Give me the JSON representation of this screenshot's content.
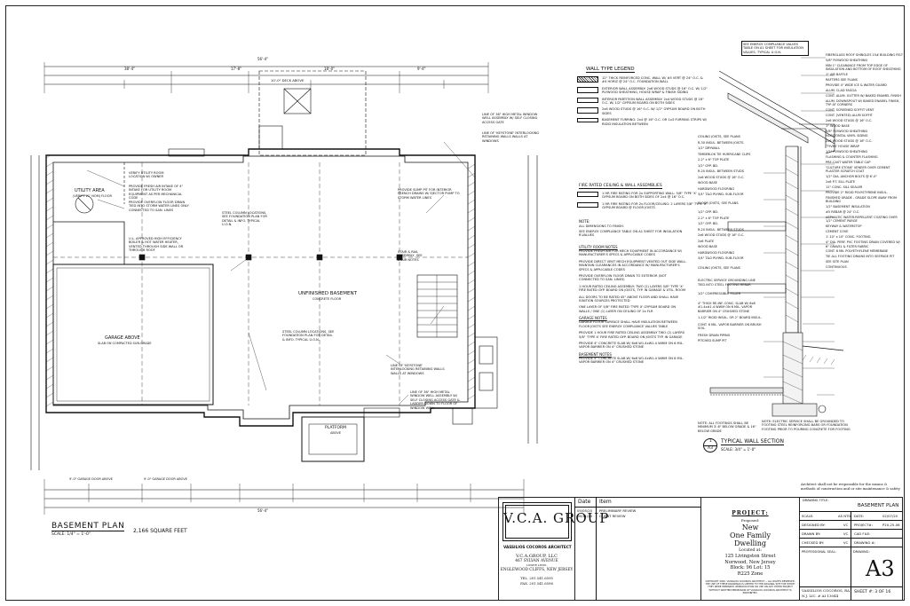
{
  "plan": {
    "title": "BASEMENT PLAN",
    "scale": "SCALE: 1/4\" = 1'-0\"",
    "area": "2,166 SQUARE FEET",
    "room_unfinished": "UNFINISHED BASEMENT",
    "room_unfinished_sub": "CONCRETE FLOOR",
    "room_garage": "GARAGE ABOVE",
    "room_garage_sub": "SLAB ON COMPACTED SUB-GRADE",
    "room_utility": "UTILITY AREA",
    "room_utility_sub": "(VERIFY 21' NOM) FLOOR",
    "platform": "PLATFORM",
    "platform_sub": "ABOVE",
    "deck_above": "10'-0\" DECK ABOVE",
    "dims_top": [
      "38'-4\"",
      "17'-8\"",
      "18'-0\"",
      "9'-4\""
    ],
    "overall_top": "56'-4\"",
    "overall_bottom": "56'-4\"",
    "garage_door_1": "9'-0\" GARAGE DOOR ABOVE",
    "garage_door_2": "9'-0\" GARAGE DOOR ABOVE",
    "stair_note": "STAIR & RAIL ASSEMBLY, SEE STAIR NOTES",
    "notes": [
      "VERIFY UTILITY ROOM LOCATION W/ OWNER",
      "PROVIDE FRESH AIR INTAKE OF 4\" INTAKE FOR UTILITY ROOM EQUIPMENT AS PER MECHANICAL CODE",
      "PROVIDE OVERFLOW FLOOR DRAIN TIED INTO STORM WATER LINES ONLY CONNECTED TO SAN. LINES",
      "U.L. APPROVED HIGH EFFICIENCY BOILER & HOT WATER HEATER, VENTED THROUGH SIDE WALL OR THROUGH ROOF",
      "PROVIDE SUMP PIT FOR INTERIOR FRENCH DRAINS W/ EJECTOR PUMP TO STORM WATER LINES",
      "STEEL COLUMN LOCATIONS, SEE FOUNDATION PLAN FOR DETAIL & INFO. TYPICAL U.O.N.",
      "LINE OF 36\" HIGH METAL WINDOW WELL ASSEMBLY W/ SELF CLOSING ACCESS GATE",
      "LINE OF 'KEYSTONE' INTERLOCKING RETAINING WALLS WALLS AT WINDOWS",
      "STEEL COLUMN LOCATIONS, SEE FOUNDATION PLAN FOR DETAIL & INFO. TYPICAL U.O.N.",
      "LINE OF 36\" HIGH METAL WINDOW WELL ASSEMBLY W/ SELF CLOSING ACCESS GATE & LADDER DOWN TO FLOOR OF WINDOW WELL",
      "LINE OF 'KEYSTONE' INTERLOCKING RETAINING WALLS WALLS AT WINDOWS"
    ]
  },
  "wall_legend": {
    "title": "WALL TYPE LEGEND",
    "items": [
      "12\" THICK REINFORCED CONC. WALL W/ #5 VERT @ 24\" O.C. & #4 HORIZ @ 24\" O.C. FOUNDATION WALL",
      "EXTERIOR WALL ASSEMBLY: 2x6 WOOD STUDS @ 16\" O.C. W/ 1/2\" PLYWOOD SHEATHING, HOUSE WRAP & FINISH SIDING",
      "INTERIOR PARTITION WALL ASSEMBLY: 2x4 WOOD STUDS @ 16\" O.C. W/ 1/2\" GYPSUM BOARD ON BOTH SIDES",
      "2x6 WOOD STUDS @ 16\" O.C. W/ 1/2\" GYPSUM BOARD ON BOTH SIDES",
      "BASEMENT FURRING: 2x4 @ 16\" O.C. OR 1x3 FURRING STRIPS W/ RIGID INSULATION BETWEEN"
    ],
    "fire_title": "FIRE RATED CEILING & WALL ASSEMBLIES",
    "fire_items": [
      "1 HR FIRE RATING FOR 2x SUPPORTING WALL: 5/8\" TYPE 'X' GYPSUM BOARD ON BOTH SIDES OF 2x4 @ 16\" O.C.",
      "1 HR FIRE RATING FOR 2x FLOOR/CEILING: 2 LAYERS 5/8\" TYPE 'X' GYPSUM BOARD @ FLOOR JOISTS"
    ],
    "notes_title": "NOTE:",
    "notes": [
      "ALL DIMENSIONS TO FINISH.",
      "SEE ENERGY COMPLIANCE TABLE ON A1 SHEET FOR INSULATION R-VALUES"
    ]
  },
  "general_notes": [
    {
      "title": "UTILITY ROOM NOTES",
      "text": "PROVIDE FRESH AIR FOR MECH EQUIPMENT IN ACCORDANCE W/ MANUFACTURER'S SPECS & APPLICABLE CODES"
    },
    {
      "title": "",
      "text": "PROVIDE DIRECT VENT MECH EQUIPMENT VENTED OUT SIDE WALL. MAINTAIN CLEARANCES IN ACCORDANCE W/ MANUFACTURER'S SPECS & APPLICABLE CODES"
    },
    {
      "title": "",
      "text": "PROVIDE OVERFLOW FLOOR DRAIN TO EXTERIOR (NOT CONNECTED TO SAN. LINES)"
    },
    {
      "title": "",
      "text": "1 HOUR RATED CEILING ASSEMBLY: TWO (2) LAYERS 5/8\" TYPE 'X' FIRE RATED GYP. BOARD ON JOISTS, TYP. IN GARAGE & UTIL. ROOM"
    },
    {
      "title": "",
      "text": "ALL DOORS TO BE RATED 45\" ABOVE FLOOR AND SHALL HAVE IGNITION SOURCES PROTECTED"
    },
    {
      "title": "",
      "text": "ONE LAYER OF 5/8\" FIRE RATED 'TYPE X' GYPSUM BOARD ON WALLS / ONE (1) LAYER ON CEILING OF 2x FLR"
    },
    {
      "title": "GARAGE NOTES",
      "text": "GARAGE FLOOR SURFACE SHALL HAVE INSULATION BETWEEN FLOOR JOISTS SEE ENERGY COMPLIANCE VALUES TABLE"
    },
    {
      "title": "",
      "text": "PROVIDE 1 HOUR FIRE RATED CEILING ASSEMBLY TWO (2) LAYERS 5/8\" 'TYPE X' FIRE RATED GYP. BOARD ON JOISTS TYP. IN GARAGE"
    },
    {
      "title": "",
      "text": "PROVIDE 4\" CONCRETE SLAB W/ 6x6 W1.4xW1.4 WWM ON 6 MIL. VAPOR BARRIER ON 4\" CRUSHED STONE"
    },
    {
      "title": "BASEMENT NOTES",
      "text": "PROVIDE 4\" CONCRETE SLAB W/ 6x6 W1.4xW1.4 WWM ON 6 MIL. VAPOR BARRIER ON 4\" CRUSHED STONE"
    }
  ],
  "section": {
    "title": "TYPICAL WALL SECTION",
    "scale": "SCALE: 3/4\" = 1'-0\"",
    "tag": "1",
    "sheet": "A3",
    "top_note": "SEE ENERGY COMPLIANCE VALUES TABLE ON A1 SHEET FOR INSULATION VALUES. TYPICAL U.O.N.",
    "right_labels": [
      "FIBERGLASS ROOF SHINGLES 15# BUILDING FELT",
      "5/8\" PLYWOOD SHEATHING",
      "MIN 1\" CLEARANCE FROM TOP EDGE OF INSULATION AND BOTTOM OF ROOF SHEATHING",
      "1\" AIR BAFFLE",
      "RAFTERS SEE PLANS",
      "PROVIDE 4\" WIDE ICE & WATER GUARD",
      "ALUM. CLAD FASCIA",
      "CONT. ALUM. GUTTER W/ BAKED ENAMEL FINISH",
      "ALUM. DOWNSPOUT W/ BAKED ENAMEL FINISH, TYP AT CORNERS",
      "CONT. SCREENED SOFFIT VENT",
      "CONT. (VENTED) ALUM SOFFIT",
      "2x6 WOOD STUDS @ 16\" O.C.",
      "1\" WOOD BASE",
      "5/8\" PLYWOOD SHEATHING",
      "HORIZONTAL VINYL SIDING",
      "2x6 WOOD STUDS @ 16\" O.C.",
      "'TYVEK' HOUSE WRAP",
      "1/2\" PLYWOOD SHEATHING",
      "FLASHING & COUNTER FLASHING",
      "PRE-CAST WATER TABLE CAP",
      "'CULTURE STONE' VENEER OVER CEMENT PLASTER SCRATCH COAT",
      "1/2\" DIA. ANCHOR BOLTS @ 6'-0\"",
      "2x6 P.T. SILL PLATE",
      "12\" CONC. SILL SEALER",
      "PROVIDE 2\" RIGID POLYSTYRENE INSUL.",
      "FINISHED GRADE - GRADE SLOPE AWAY FROM BUILDING",
      "1/2\" BASEMENT INSULATION",
      "#5 REBAR @ 24\" O.C.",
      "ASPHALTIC WATER-REPELLENT COATING OVER 1/2\" CEMENT PARGE",
      "KEYWAY & WATERSTOP",
      "CEMENT COVE",
      "1'-10\" x 10\" CONC. FOOTING",
      "4\" DIA. PERF. PVC FOOTING DRAIN COVERED W/ 6\" GRAVEL & FILTER FABRIC",
      "CONT. 6 MIL POLYETHYLENE MEMBRANE",
      "TIE ALL FOOTING DRAINS INTO SEEPAGE PIT",
      "SEE SITE PLAN",
      "CONTINUOUS"
    ],
    "left_labels": [
      "CEILING JOISTS, SEE PLANS",
      "R-30 INSUL. BETWEEN JOISTS",
      "1/2\" DRYWALL",
      "TIMBERLOK TIE HURRICANE CLIPS",
      "2-2\" x 6\" TOP PLATE",
      "1/2\" GYP. BD.",
      "R-20 INSUL. BETWEEN STUDS",
      "2x6 WOOD STUDS @ 16\" O.C.",
      "WOOD BASE",
      "HARDWOOD FLOORING",
      "3/4\" T&G PLYWD. SUB-FLOOR",
      "FLOOR JOISTS, SEE PLANS",
      "1/2\" GYP. BD.",
      "2-2\" x 6\" TOP PLATE",
      "1/2\" GYP. BD.",
      "R-20 INSUL. BETWEEN STUDS",
      "2x6 WOOD STUDS @ 16\" O.C.",
      "2x6 PLATE",
      "WOOD BASE",
      "HARDWOOD FLOORING",
      "3/4\" T&G PLYWD. SUB-FLOOR",
      "CEILING JOISTS, SEE PLANS",
      "ELECTRIC SERVICE GROUNDING LINE TIED INTO STEEL FOOTING REBAR",
      "1/2\" COMPRESSIBLE FILLER",
      "4\" THICK RE-INF. CONC. SLAB W/ 6x6 #1.4x#1.4 WWM ON 6 MIL. VAPOR BARRIER ON 4\" CRUSHED STONE",
      "1-1/2\" RIGID INSUL. OR 2\" BOARD INSUL.",
      "CONT. 6 MIL. VAPOR BARRIER ON BRUSH SOIL",
      "FRESH DRAIN PIPING",
      "PITCHED SUMP PIT"
    ],
    "bottom_note": "NOTE: ALL FOOTINGS SHALL BE MINIMUM 3'-6\" BELOW GRADE & 16\" BELOW GRADE",
    "bottom_note2": "NOTE: ELECTRIC SERVICE SHALL BE GROUNDED TO FOOTING STEEL REINFORCING BARS OR FOUNDATION FOOTING PRIOR TO POURING CONCRETE FOR FOOTING"
  },
  "title_block": {
    "disclaimer": "Architect shall not be responsible for the means & methods of construction and or site maintenance & safety",
    "firm_logo": "V.C.A. GROUP",
    "firm_tagline": "VASSILIOS COCOROS ARCHITECT",
    "firm_name": "V.C.A.GROUP, LLC",
    "firm_street": "467 SYLVAN AVENUE",
    "firm_suite": "LOWER LEVEL",
    "firm_city": "ENGLEWOOD CLIFFS, NEW JERSEY",
    "firm_tel": "TEL. 201.541.6595",
    "firm_fax": "FAX. 201.541.6596",
    "rev_headers": [
      "Date",
      "Item"
    ],
    "revisions": [
      {
        "date": "05/05/20",
        "item": "PRELIMINARY REVIEW"
      },
      {
        "date": "06/11/20",
        "item": "CLIENT REVIEW"
      }
    ],
    "project_label": "PROJECT:",
    "proposed": "Proposed:",
    "project_name": [
      "New",
      "One Family",
      "Dwelling"
    ],
    "located_at": "Located at:",
    "address": [
      "125 Livingston Street",
      "Norwood, New Jersey",
      "Block: 96 Lot: 15",
      "R225 Zone"
    ],
    "copyright": "COPYRIGHT 2020, VASSILIOS COCOROS ARCHITECT -- ALL RIGHTS RESERVED. THE USE OF THESE DRAWINGS IS LIMITED TO THE ORIGINAL SITE FOR WHICH THEY WERE PREPARED. REPRODUCTION OR USE ON ANY OTHER PROJECT WITHOUT WRITTEN PERMISSION OF VASSILIOS COCOROS ARCHITECT IS PROHIBITED.",
    "drawing_title_label": "DRAWING TITLE:",
    "drawing_title": "BASEMENT PLAN",
    "rows": [
      {
        "k1": "SCALE:",
        "v1": "AS NTD.",
        "k2": "DATE:",
        "v2": "02/07/20"
      },
      {
        "k1": "DESIGNED BY:",
        "v1": "VC",
        "k2": "PROJECT#:",
        "v2": "P20-25-06"
      },
      {
        "k1": "DRAWN BY:",
        "v1": "VC",
        "k2": "CAD FILE:",
        "v2": ""
      },
      {
        "k1": "CHECKED BY:",
        "v1": "VC",
        "k2": "DRAWING #:",
        "v2": ""
      }
    ],
    "seal_label": "PROFESSIONAL SEAL:",
    "drawing_label": "DRAWING:",
    "drawing_number": "A3",
    "architect": "VASSILIOS COCOROS, RA",
    "license": "N.J. LIC. # AI 13044",
    "sheet_text": "SHEET #: 3 OF 16"
  }
}
